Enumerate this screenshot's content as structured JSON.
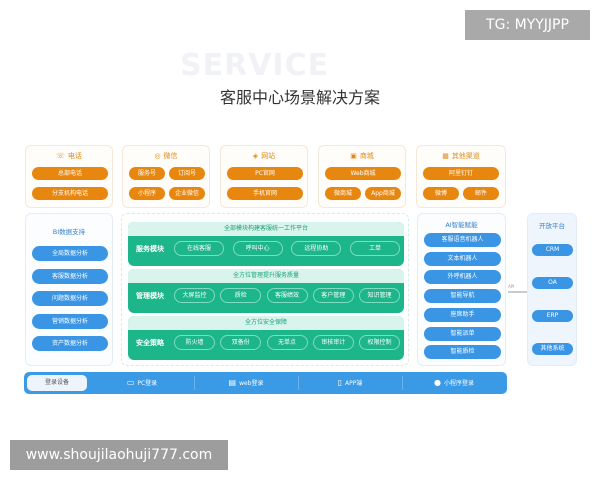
{
  "watermarks": {
    "top": "TG: MYYJJPP",
    "bottom": "www.shoujilaohuji777.com"
  },
  "header": {
    "bg_word": "SERVICE",
    "title": "客服中心场景解决方案"
  },
  "channels": [
    {
      "name": "电话",
      "icon": "phone-icon",
      "items": [
        "总部电话",
        "分支机构电话"
      ]
    },
    {
      "name": "微信",
      "icon": "wechat-icon",
      "items": [
        "服务号",
        "订阅号",
        "小程序",
        "企业微信"
      ]
    },
    {
      "name": "网站",
      "icon": "website-icon",
      "items": [
        "PC官网",
        "手机官网"
      ]
    },
    {
      "name": "商城",
      "icon": "mall-icon",
      "items": [
        "Web商城",
        "微商城",
        "App商城"
      ]
    },
    {
      "name": "其他渠道",
      "icon": "grid-icon",
      "items": [
        "阿里钉钉",
        "微博",
        "邮件"
      ]
    }
  ],
  "bi": {
    "title": "BI数据支持",
    "items": [
      "全局数据分析",
      "客服数据分析",
      "问题数据分析",
      "营销数据分析",
      "资产数据分析"
    ]
  },
  "platform": [
    {
      "header": "全部模块构建客服统一工作平台",
      "label": "服务模块",
      "items": [
        "在线客服",
        "呼叫中心",
        "远程协助",
        "工单"
      ]
    },
    {
      "header": "全方位管理提升服务质量",
      "label": "管理模块",
      "items": [
        "大屏监控",
        "质检",
        "客服绩效",
        "客户管理",
        "知识管理"
      ]
    },
    {
      "header": "全方位安全保障",
      "label": "安全策略",
      "items": [
        "防火墙",
        "双备份",
        "无单点",
        "审核审计",
        "权限控制"
      ]
    }
  ],
  "ai": {
    "title": "AI智能赋能",
    "items": [
      "客服语音机器人",
      "文本机器人",
      "外呼机器人",
      "智能导航",
      "座席助手",
      "智能派单",
      "智能质检"
    ]
  },
  "api_label": "API",
  "open": {
    "title": "开放平台",
    "items": [
      "CRM",
      "OA",
      "ERP",
      "其他系统"
    ]
  },
  "devices": {
    "label": "登录设备",
    "items": [
      {
        "label": "PC登录",
        "icon": "monitor-icon"
      },
      {
        "label": "web登录",
        "icon": "browser-icon"
      },
      {
        "label": "APP端",
        "icon": "phone-device-icon"
      },
      {
        "label": "小程序登录",
        "icon": "miniprogram-icon"
      }
    ]
  },
  "colors": {
    "orange": "#e8870f",
    "blue": "#3a95e4",
    "green": "#1db58a"
  }
}
